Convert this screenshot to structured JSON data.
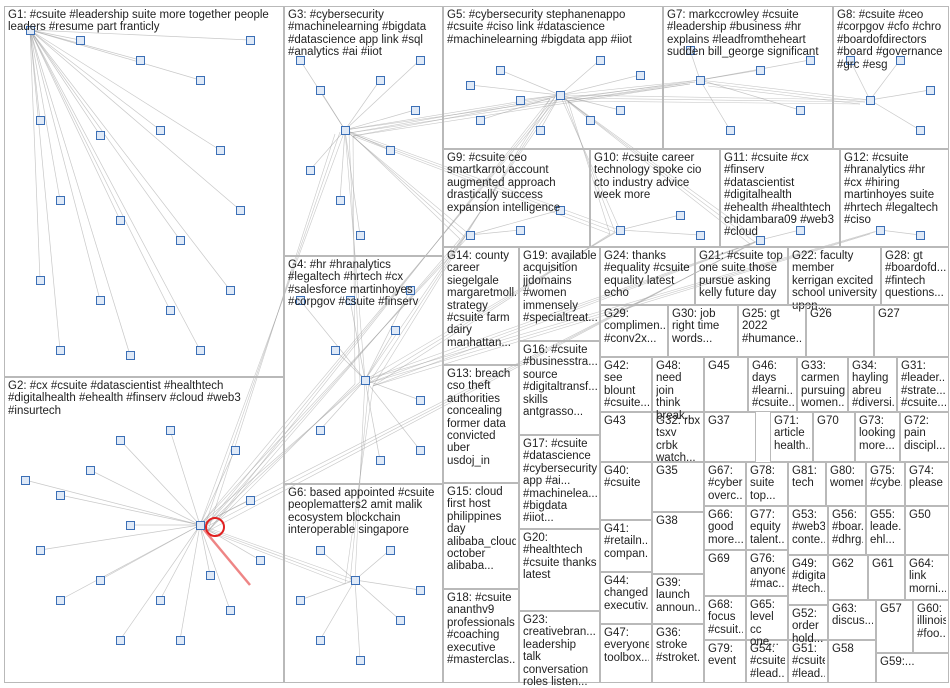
{
  "groups": [
    {
      "id": "G1",
      "label": "G1: #csuite #leadership suite more together people leaders #resume part franticly"
    },
    {
      "id": "G2",
      "label": "G2: #cx #csuite #datascientist #healthtech #digitalhealth #ehealth #finserv #cloud #web3 #insurtech"
    },
    {
      "id": "G3",
      "label": "G3: #cybersecurity #machinelearning #bigdata #datascience app link #sql #analytics #ai #iiot"
    },
    {
      "id": "G4",
      "label": "G4: #hr #hranalytics #legaltech #hrtech #cx #salesforce martinhoyes #corpgov #csuite #finserv"
    },
    {
      "id": "G5",
      "label": "G5: #cybersecurity stephanenappo #csuite #ciso link #datascience #machinelearning #bigdata app #iiot"
    },
    {
      "id": "G6",
      "label": "G6: based appointed #csuite peoplematters2 amit malik ecosystem blockchain interoperable singapore"
    },
    {
      "id": "G7",
      "label": "G7: markccrowley #csuite #leadership #business #hr explains #leadfromtheheart sudden bill_george significant"
    },
    {
      "id": "G8",
      "label": "G8: #csuite #ceo #corpgov #cfo #chro #boardofdirectors #board #governance #grc #esg"
    },
    {
      "id": "G9",
      "label": "G9: #csuite ceo smartkarrot account augmented approach drastically success expansion intelligence"
    },
    {
      "id": "G10",
      "label": "G10: #csuite career technology spoke cio cto industry advice week more"
    },
    {
      "id": "G11",
      "label": "G11: #csuite #cx #finserv #datascientist #digitalhealth #ehealth #healthtech chidambara09 #web3 #cloud"
    },
    {
      "id": "G12",
      "label": "G12: #csuite #hranalytics #hr #cx #hiring martinhoyes suite #hrtech #legaltech #ciso"
    },
    {
      "id": "G13",
      "label": "G13: breach cso theft authorities concealing former data convicted uber usdoj_in"
    },
    {
      "id": "G14",
      "label": "G14: county career siegelgale margaretmoll... strategy #csuite farm dairy manhattan..."
    },
    {
      "id": "G15",
      "label": "G15: cloud first host philippines day alibaba_cloud october alibaba..."
    },
    {
      "id": "G16",
      "label": "G16: #csuite #businesstra... source #digitaltransf... skills antgrasso..."
    },
    {
      "id": "G17",
      "label": "G17: #csuite #datascience #cybersecurity app #ai... #machinelea... #bigdata #iiot..."
    },
    {
      "id": "G18",
      "label": "G18: #csuite ananthv9 professionals #coaching executive #masterclas..."
    },
    {
      "id": "G19",
      "label": "G19: available acquisition jjdomains #women immensely #specialtreat..."
    },
    {
      "id": "G20",
      "label": "G20: #healthtech #csuite thanks latest"
    },
    {
      "id": "G21",
      "label": "G21: #csuite top one suite those pursue asking kelly future day"
    },
    {
      "id": "G22",
      "label": "G22: faculty member kerrigan excited school university upon..."
    },
    {
      "id": "G23",
      "label": "G23: creativebran... leadership talk conversation roles listen..."
    },
    {
      "id": "G24",
      "label": "G24: thanks #equality #csuite equality latest echo"
    },
    {
      "id": "G25",
      "label": "G25: gt 2022 #humance..."
    },
    {
      "id": "G26",
      "label": "G26"
    },
    {
      "id": "G27",
      "label": "G27"
    },
    {
      "id": "G28",
      "label": "G28: gt #boardofd... #fintech questions..."
    },
    {
      "id": "G29",
      "label": "G29: complimen... #conv2x..."
    },
    {
      "id": "G30",
      "label": "G30: job right time words..."
    },
    {
      "id": "G31",
      "label": "G31: #leader... #strate... #csuite..."
    },
    {
      "id": "G32",
      "label": "G32: rbx tsxv crbk watch..."
    },
    {
      "id": "G33",
      "label": "G33: carmen pursuing women..."
    },
    {
      "id": "G34",
      "label": "G34: hayling abreu #diversi..."
    },
    {
      "id": "G35",
      "label": "G35"
    },
    {
      "id": "G36",
      "label": "G36: stroke #stroket..."
    },
    {
      "id": "G37",
      "label": "G37"
    },
    {
      "id": "G38",
      "label": "G38"
    },
    {
      "id": "G39",
      "label": "G39: launch announ..."
    },
    {
      "id": "G40",
      "label": "G40: #csuite"
    },
    {
      "id": "G41",
      "label": "G41: #retailn... compan..."
    },
    {
      "id": "G42",
      "label": "G42: see blount #csuite..."
    },
    {
      "id": "G43",
      "label": "G43"
    },
    {
      "id": "G44",
      "label": "G44: changed executiv..."
    },
    {
      "id": "G45",
      "label": "G45"
    },
    {
      "id": "G46",
      "label": "G46: days #learni... #csuite..."
    },
    {
      "id": "G47",
      "label": "G47: everyone toolbox..."
    },
    {
      "id": "G48",
      "label": "G48: need join think break..."
    },
    {
      "id": "G49",
      "label": "G49: #digital #tech..."
    },
    {
      "id": "G50",
      "label": "G50"
    },
    {
      "id": "G51",
      "label": "G51: #csuite #lead..."
    },
    {
      "id": "G52",
      "label": "G52: order hold..."
    },
    {
      "id": "G53",
      "label": "G53: #web3 conte..."
    },
    {
      "id": "G54",
      "label": "G54: #csuite #lead..."
    },
    {
      "id": "G55",
      "label": "G55: leade... ehl..."
    },
    {
      "id": "G56",
      "label": "G56: #boar... #dhrg..."
    },
    {
      "id": "G57",
      "label": "G57"
    },
    {
      "id": "G58",
      "label": "G58"
    },
    {
      "id": "G59",
      "label": "G59:..."
    },
    {
      "id": "G60",
      "label": "G60: illinois #foo..."
    },
    {
      "id": "G61",
      "label": "G61"
    },
    {
      "id": "G62",
      "label": "G62"
    },
    {
      "id": "G63",
      "label": "G63: discus..."
    },
    {
      "id": "G64",
      "label": "G64: link morni..."
    },
    {
      "id": "G65",
      "label": "G65: level cc one..."
    },
    {
      "id": "G66",
      "label": "G66: good more..."
    },
    {
      "id": "G67",
      "label": "G67: #cyber overc..."
    },
    {
      "id": "G68",
      "label": "G68: focus #csuit..."
    },
    {
      "id": "G69",
      "label": "G69"
    },
    {
      "id": "G70",
      "label": "G70"
    },
    {
      "id": "G71",
      "label": "G71: article health..."
    },
    {
      "id": "G72",
      "label": "G72: pain discipl..."
    },
    {
      "id": "G73",
      "label": "G73: looking more..."
    },
    {
      "id": "G74",
      "label": "G74: please"
    },
    {
      "id": "G75",
      "label": "G75: #cybe..."
    },
    {
      "id": "G76",
      "label": "G76: anyone #mac..."
    },
    {
      "id": "G77",
      "label": "G77: equity talent..."
    },
    {
      "id": "G78",
      "label": "G78: suite top..."
    },
    {
      "id": "G79",
      "label": "G79: event"
    },
    {
      "id": "G80",
      "label": "G80: women"
    },
    {
      "id": "G81",
      "label": "G81: tech"
    }
  ],
  "colors": {
    "group_border": "#b9b9b9",
    "edge": "#9a9a9a",
    "edge_dark": "#555555",
    "node_fill": "#dfe9f7",
    "node_stroke": "#3b6fb6",
    "highlight_edge": "#e02020",
    "label_text": "#222222"
  }
}
